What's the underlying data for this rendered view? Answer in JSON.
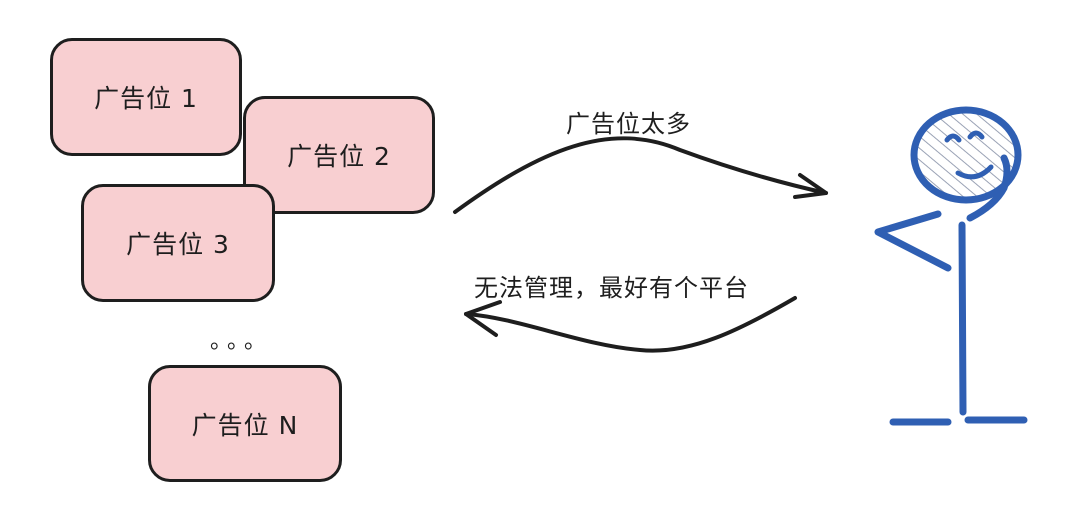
{
  "cards": [
    {
      "label": "广告位 1"
    },
    {
      "label": "广告位 2"
    },
    {
      "label": "广告位 3"
    },
    {
      "label": "广告位 N"
    }
  ],
  "ellipsis": "。。。",
  "arrows": {
    "top_label": "广告位太多",
    "bottom_label": "无法管理，最好有个平台"
  },
  "colors": {
    "card_fill": "#f8cfd1",
    "stroke": "#1e1e1e",
    "person": "#2f5fb3"
  }
}
